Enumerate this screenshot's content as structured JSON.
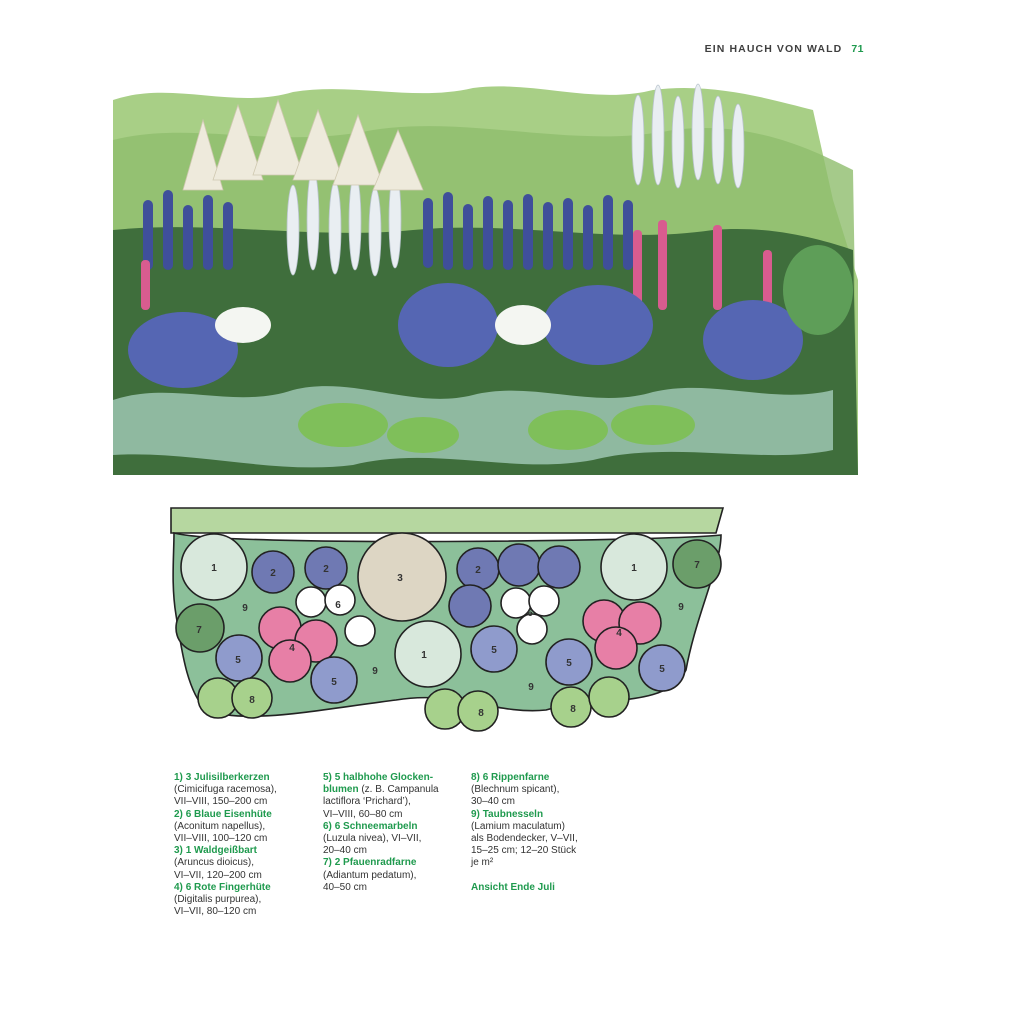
{
  "header": {
    "section": "EIN HAUCH VON WALD",
    "page": "71"
  },
  "plan": {
    "colors": {
      "bed": "#8cc09a",
      "julisilberkerzen": "#d8e8dc",
      "eisenhuete": "#6f79b3",
      "waldgeissbart": "#ddd6c4",
      "fingerhuete": "#e77fa6",
      "glockenblumen": "#8f9bcc",
      "schneemarbeln": "#ffffff",
      "pfauenradfarne": "#6b9e6a",
      "rippenfarne": "#a7d18c"
    },
    "labels": [
      "1",
      "2",
      "3",
      "4",
      "5",
      "6",
      "7",
      "8",
      "9"
    ]
  },
  "legend": {
    "col1": [
      {
        "n": "1)",
        "t": "3 Julisilberkerzen",
        "d": [
          "(Cimicifuga racemosa),",
          "VII–VIII, 150–200 cm"
        ]
      },
      {
        "n": "2)",
        "t": "6 Blaue Eisenhüte",
        "d": [
          "(Aconitum napellus),",
          "VII–VIII, 100–120 cm"
        ]
      },
      {
        "n": "3)",
        "t": "1 Waldgeißbart",
        "d": [
          "(Aruncus dioicus),",
          "VI–VII, 120–200 cm"
        ]
      },
      {
        "n": "4)",
        "t": "6 Rote Fingerhüte",
        "d": [
          "(Digitalis purpurea),",
          "VI–VII, 80–120 cm"
        ]
      }
    ],
    "col2": [
      {
        "n": "5)",
        "t": "5 halbhohe Glocken-",
        "t2": "blumen",
        "t2rest": " (z. B. Campanula",
        "d": [
          "lactiflora ‘Prichard’),",
          "VI–VIII, 60–80 cm"
        ]
      },
      {
        "n": "6)",
        "t": "6 Schneemarbeln",
        "d": [
          "(Luzula nivea), VI–VII,",
          "20–40 cm"
        ]
      },
      {
        "n": "7)",
        "t": "2 Pfauenradfarne",
        "d": [
          "(Adiantum pedatum),",
          "40–50 cm"
        ]
      }
    ],
    "col3": [
      {
        "n": "8)",
        "t": "6 Rippenfarne",
        "d": [
          "(Blechnum spicant),",
          "30–40 cm"
        ]
      },
      {
        "n": "9)",
        "t": "Taubnesseln",
        "d": [
          "(Lamium maculatum)",
          "als Bodendecker, V–VII,",
          "15–25 cm; 12–20 Stück",
          "je m²"
        ]
      }
    ],
    "note": "Ansicht Ende Juli"
  }
}
